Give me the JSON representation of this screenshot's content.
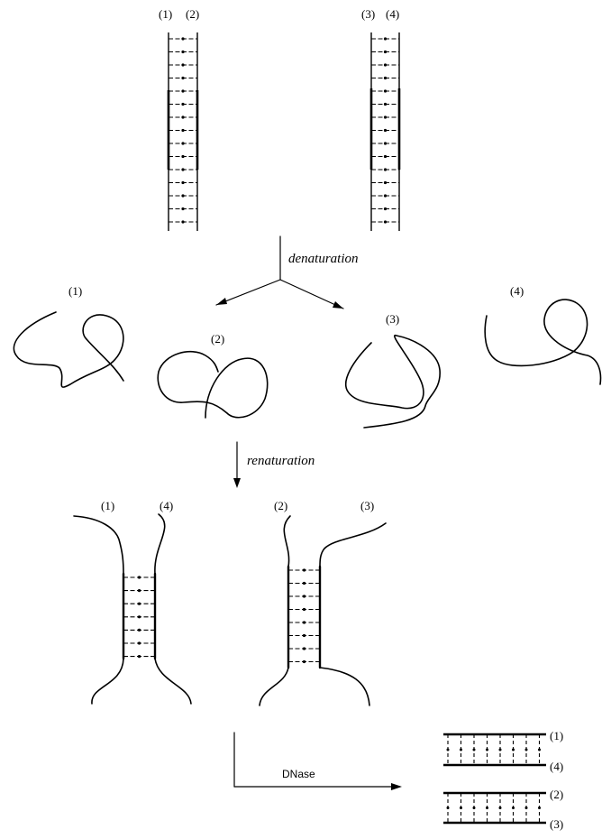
{
  "top_duplexes": [
    {
      "left_label": "(1)",
      "right_label": "(2)"
    },
    {
      "left_label": "(3)",
      "right_label": "(4)"
    }
  ],
  "steps": {
    "denaturation": "denaturation",
    "renaturation": "renaturation",
    "dnase": "DNase"
  },
  "single_strands": [
    "(1)",
    "(2)",
    "(3)",
    "(4)"
  ],
  "hybrids": [
    {
      "left_label": "(1)",
      "right_label": "(4)"
    },
    {
      "left_label": "(2)",
      "right_label": "(3)"
    }
  ],
  "products": [
    "(1)",
    "(4)",
    "(2)",
    "(3)"
  ]
}
